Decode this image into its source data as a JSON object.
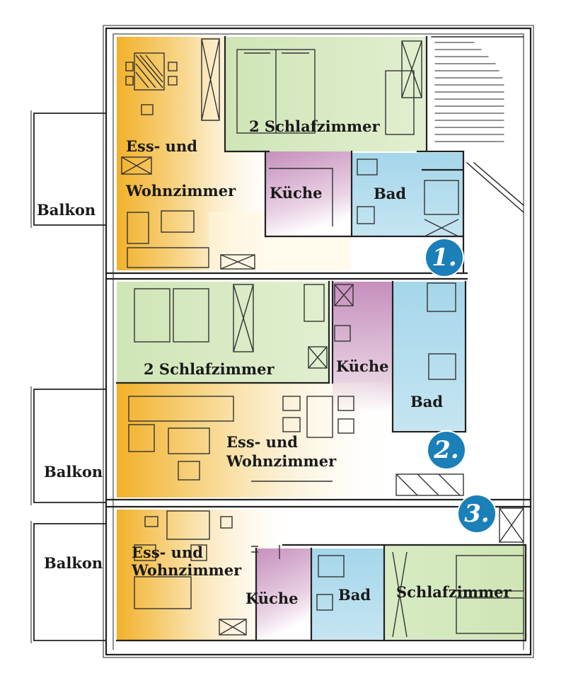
{
  "colors": {
    "living": "#f3b632",
    "bedroom": "#d4e8bd",
    "kitchen": "#c89bc0",
    "bath": "#a9d8ea",
    "badge": "#1b7fb8",
    "wall": "#222222"
  },
  "apartments": [
    {
      "number": "1.",
      "rooms": {
        "balkon": "Balkon",
        "living_line1": "Ess- und",
        "living_line2": "Wohnzimmer",
        "bedroom": "2 Schlafzimmer",
        "kitchen": "Küche",
        "bath": "Bad"
      }
    },
    {
      "number": "2.",
      "rooms": {
        "balkon": "Balkon",
        "living_line1": "Ess- und",
        "living_line2": "Wohnzimmer",
        "bedroom": "2 Schlafzimmer",
        "kitchen": "Küche",
        "bath": "Bad"
      }
    },
    {
      "number": "3.",
      "rooms": {
        "balkon": "Balkon",
        "living_line1": "Ess- und",
        "living_line2": "Wohnzimmer",
        "bedroom": "Schlafzimmer",
        "kitchen": "Küche",
        "bath": "Bad"
      }
    }
  ]
}
